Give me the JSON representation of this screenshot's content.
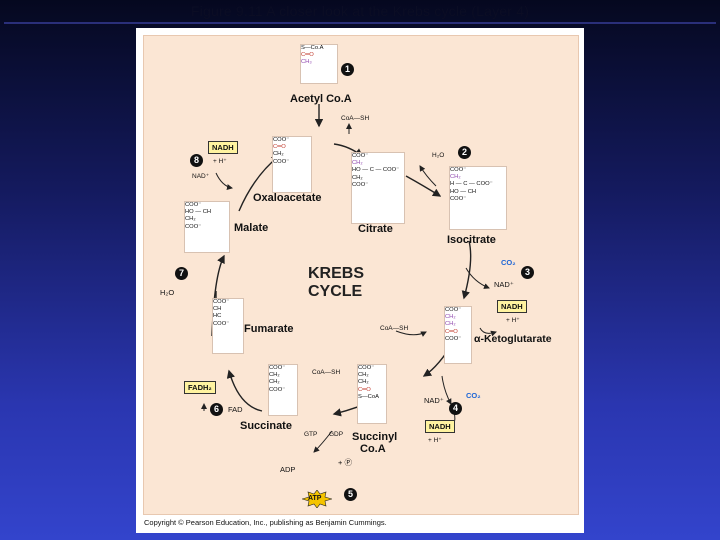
{
  "slide": {
    "title": "Figure 9.11 A closer look at the Krebs cycle (Layer 4)"
  },
  "center": {
    "line1": "KREBS",
    "line2": "CYCLE"
  },
  "steps": [
    "1",
    "2",
    "3",
    "4",
    "5",
    "6",
    "7",
    "8"
  ],
  "molecules": {
    "acetyl_coa": "Acetyl Co.A",
    "citrate": "Citrate",
    "isocitrate": "Isocitrate",
    "ketoglutarate": "α-Ketoglutarate",
    "succinyl_coa_1": "Succinyl",
    "succinyl_coa_2": "Co.A",
    "succinate": "Succinate",
    "fumarate": "Fumarate",
    "malate": "Malate",
    "oxaloacetate": "Oxaloacetate"
  },
  "cofactors": {
    "coash_1": "CoA—SH",
    "coash_2": "CoA—SH",
    "coash_3": "CoA—SH",
    "h2o_1": "H₂O",
    "h2o_2": "H₂O",
    "co2_1": "CO₂",
    "co2_2": "CO₂",
    "nad_1": "NAD⁺",
    "nadh_1": "NADH",
    "h_1": "+ H⁺",
    "nad_2": "NAD⁺",
    "nadh_2": "NADH",
    "h_2": "+ H⁺",
    "nad_3": "NAD⁺",
    "nadh_3": "NADH",
    "h_3": "+ H⁺",
    "fadh2": "FADH₂",
    "fad": "FAD",
    "gtp": "GTP",
    "gdp": "GDP",
    "pi": "+ Ⓟ",
    "adp": "ADP",
    "atp": "ATP"
  },
  "structures": {
    "acetyl": [
      "S—Co.A",
      "C═O",
      "CH₃"
    ],
    "oxaloacetate": [
      "COO⁻",
      "C═O",
      "CH₂",
      "COO⁻"
    ],
    "citrate": [
      "COO⁻",
      "CH₂",
      "HO — C — COO⁻",
      "CH₂",
      "COO⁻"
    ],
    "isocitrate": [
      "COO⁻",
      "CH₂",
      "H — C — COO⁻",
      "HO — CH",
      "COO⁻"
    ],
    "ketoglutarate": [
      "COO⁻",
      "CH₂",
      "CH₂",
      "C═O",
      "COO⁻"
    ],
    "succinyl": [
      "COO⁻",
      "CH₂",
      "CH₂",
      "C═O",
      "S—CoA"
    ],
    "succinate": [
      "COO⁻",
      "CH₂",
      "CH₂",
      "COO⁻"
    ],
    "fumarate": [
      "COO⁻",
      "CH",
      "HC",
      "COO⁻"
    ],
    "malate": [
      "COO⁻",
      "HO — CH",
      "CH₂",
      "COO⁻"
    ]
  },
  "copyright": "Copyright © Pearson Education, Inc., publishing as Benjamin Cummings.",
  "colors": {
    "panel": "#fbe6d4",
    "highlight_box": "#fff3a0",
    "accent_blue": "#1e66d6",
    "atp_burst": "#f5c400"
  }
}
